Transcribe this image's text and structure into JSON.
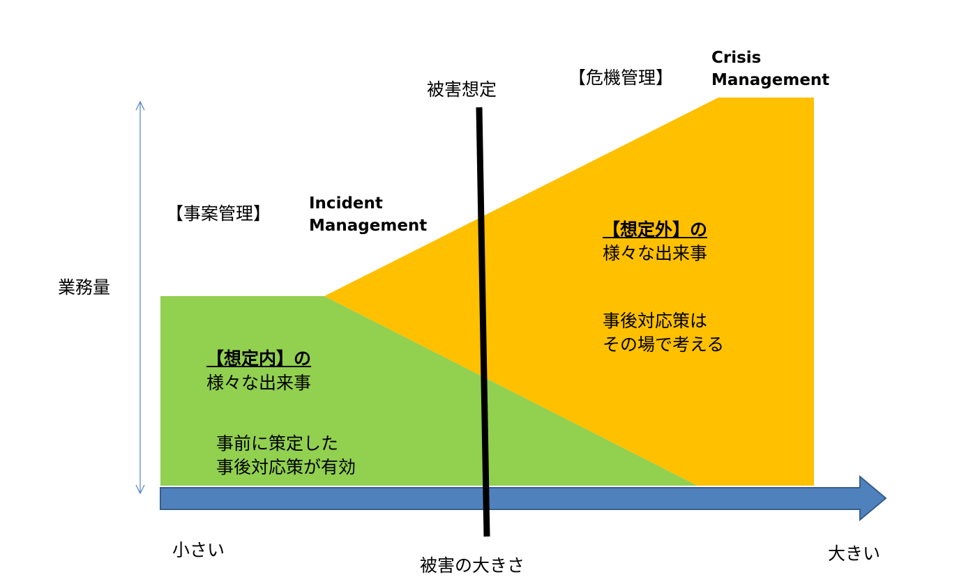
{
  "axes": {
    "y_label": "業務量",
    "x_label": "被害の大きさ",
    "x_min_label": "小さい",
    "x_max_label": "大きい"
  },
  "threshold": {
    "label": "被害想定"
  },
  "incident": {
    "ja": "【事案管理】",
    "en_line1": "Incident",
    "en_line2": "Management"
  },
  "crisis": {
    "ja": "【危機管理】",
    "en_line1": "Crisis",
    "en_line2": "Management"
  },
  "expected": {
    "heading": "【想定内】の",
    "line1": "様々な出来事",
    "note_line1": "事前に策定した",
    "note_line2": "事後対応策が有効"
  },
  "unexpected": {
    "heading": "【想定外】の",
    "line1": "様々な出来事",
    "note_line1": "事後対応策は",
    "note_line2": "その場で考える"
  },
  "colors": {
    "green": "#92D050",
    "orange": "#FFC000",
    "arrow": "#4F81BD",
    "arrow_border": "#385D8A",
    "threshold": "#000000",
    "axis_line": "#4F81BD"
  }
}
